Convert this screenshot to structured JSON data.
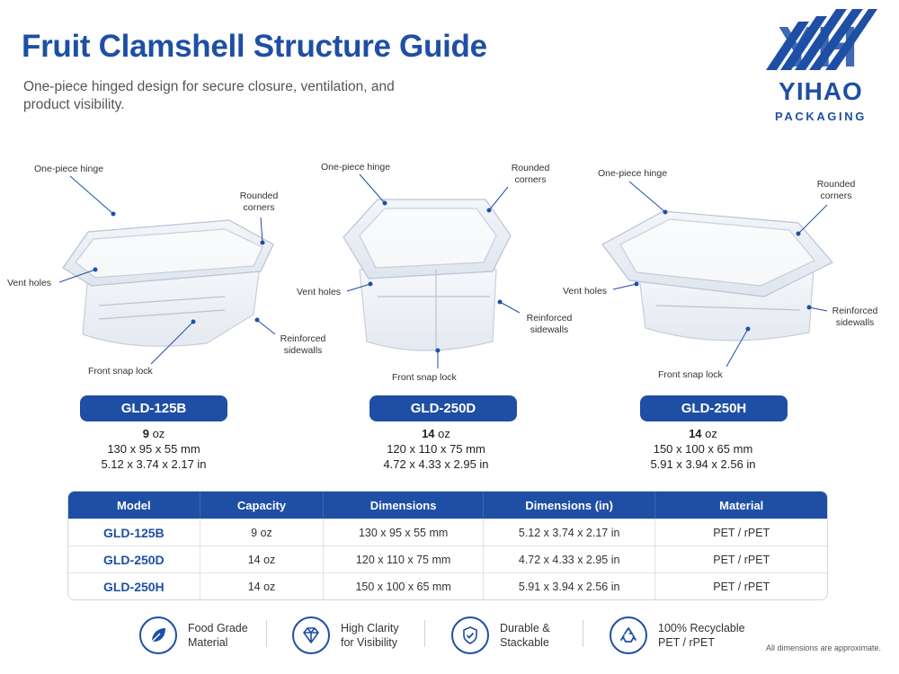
{
  "header": {
    "title": "Fruit Clamshell Structure Guide",
    "subtitle": "One-piece hinged design for secure closure, ventilation, and product visibility."
  },
  "logo": {
    "mark": "YH",
    "name": "YIHAO",
    "sub": "PACKAGING"
  },
  "callouts": {
    "hinge": "One-piece hinge",
    "corners": "Rounded corners",
    "vents": "Vent holes",
    "snap": "Front snap lock",
    "sidewalls": "Reinforced sidewalls"
  },
  "products": [
    {
      "model": "GLD-125B",
      "capacity_num": "9",
      "capacity_unit": "oz",
      "dims_mm": "130 x 95 x 55 mm",
      "dims_in": "5.12 x 3.74 x 2.17 in"
    },
    {
      "model": "GLD-250D",
      "capacity_num": "14",
      "capacity_unit": "oz",
      "dims_mm": "120 x 110 x 75 mm",
      "dims_in": "4.72 x 4.33 x 2.95 in"
    },
    {
      "model": "GLD-250H",
      "capacity_num": "14",
      "capacity_unit": "oz",
      "dims_mm": "150 x 100 x 65 mm",
      "dims_in": "5.91 x 3.94 x 2.56 in"
    }
  ],
  "table": {
    "headers": [
      "Model",
      "Capacity",
      "Dimensions",
      "Dimensions (in)",
      "Material"
    ],
    "rows": [
      [
        "GLD-125B",
        "9 oz",
        "130 x 95 x 55 mm",
        "5.12 x 3.74 x 2.17 in",
        "PET / rPET"
      ],
      [
        "GLD-250D",
        "14 oz",
        "120 x 110 x 75 mm",
        "4.72 x 4.33 x 2.95 in",
        "PET / rPET"
      ],
      [
        "GLD-250H",
        "14 oz",
        "150 x 100 x 65 mm",
        "5.91 x 3.94 x 2.56 in",
        "PET / rPET"
      ]
    ]
  },
  "features": [
    {
      "icon": "leaf-icon",
      "line1": "Food Grade",
      "line2": "Material"
    },
    {
      "icon": "diamond-icon",
      "line1": "High Clarity",
      "line2": "for Visibility"
    },
    {
      "icon": "shield-check-icon",
      "line1": "Durable &",
      "line2": "Stackable"
    },
    {
      "icon": "recycle-icon",
      "line1": "100% Recyclable",
      "line2": "PET / rPET"
    }
  ],
  "note": "All dimensions are approximate.",
  "colors": {
    "brand": "#1e4fa5",
    "accent_line": "#1e4fa5"
  }
}
